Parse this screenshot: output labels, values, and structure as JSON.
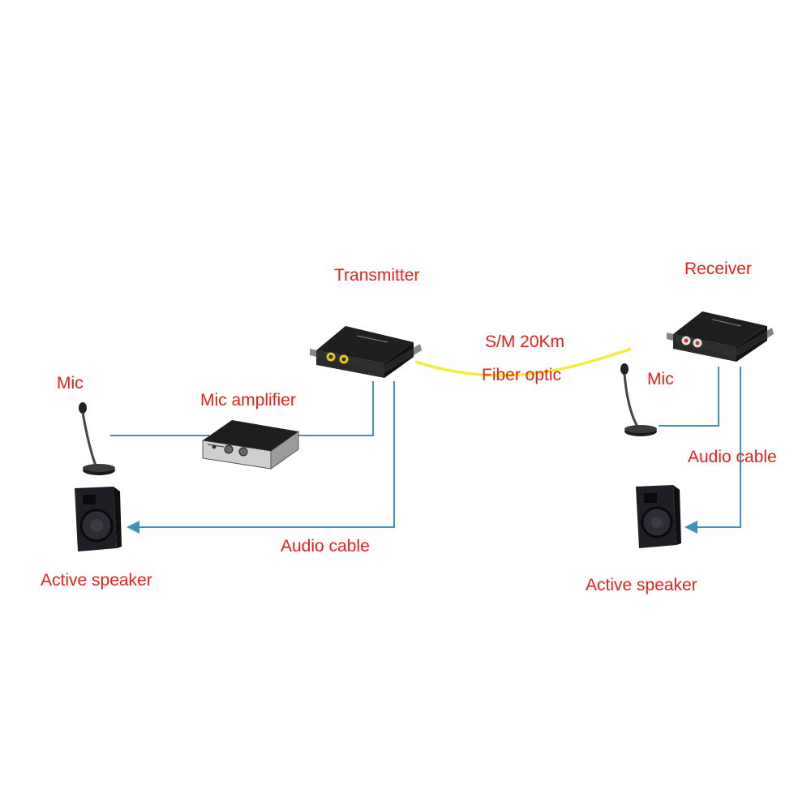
{
  "labels": {
    "transmitter": "Transmitter",
    "receiver": "Receiver",
    "fiber_spec": "S/M 20Km",
    "fiber_type": "Fiber optic",
    "mic_left": "Mic",
    "mic_right": "Mic",
    "mic_amplifier": "Mic amplifier",
    "audio_cable_left": "Audio cable",
    "audio_cable_right": "Audio cable",
    "speaker_left": "Active speaker",
    "speaker_right": "Active speaker"
  },
  "colors": {
    "label": "#e8201a",
    "cable": "#3f93b8",
    "fiber": "#f4ec3a",
    "device_body": "#1c1c1c",
    "amplifier_body": "#d9d9d9"
  },
  "icons": {
    "transmitter": "fiber-transmitter-icon",
    "receiver": "fiber-receiver-icon",
    "mic": "desk-microphone-icon",
    "amplifier": "mic-amplifier-icon",
    "speaker": "active-speaker-icon"
  }
}
